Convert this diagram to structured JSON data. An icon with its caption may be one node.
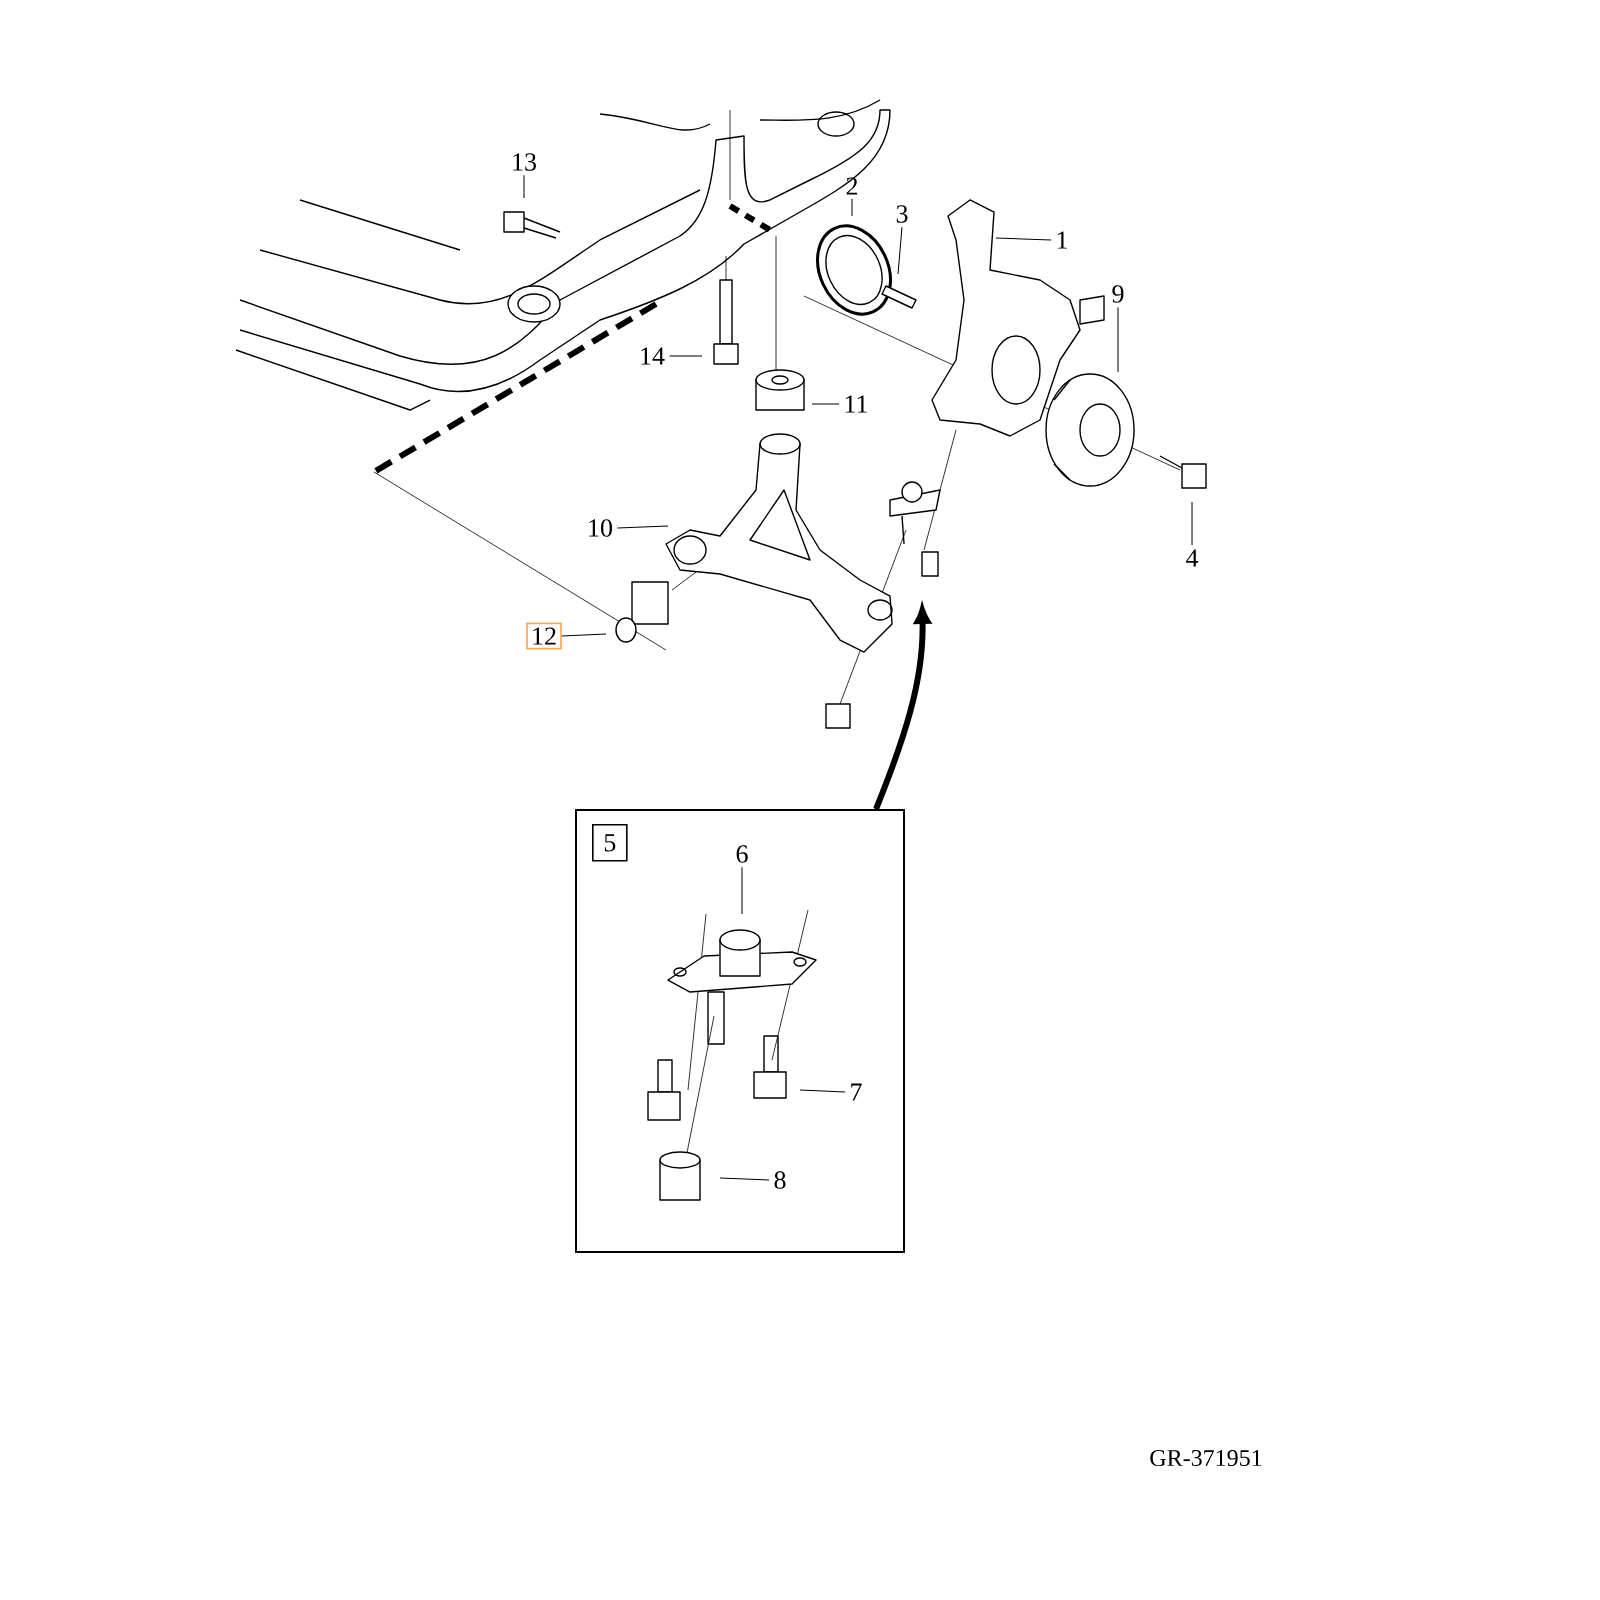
{
  "diagram": {
    "nodes": [
      {
        "text": [
          "1"
        ]
      },
      {
        "text": [
          "2"
        ]
      },
      {
        "text": [
          "3"
        ]
      },
      {
        "text": [
          "4"
        ]
      },
      {
        "text": [
          "9"
        ]
      },
      {
        "text": [
          "10"
        ]
      },
      {
        "text": [
          "11"
        ]
      },
      {
        "text": [
          "12"
        ]
      },
      {
        "text": [
          "13"
        ]
      },
      {
        "text": [
          "14"
        ]
      },
      {
        "text": [
          "5"
        ]
      },
      {
        "text": [
          "6"
        ],
        "in": 10
      },
      {
        "text": [
          "7"
        ],
        "in": 10
      },
      {
        "text": [
          "8"
        ],
        "in": 10
      }
    ],
    "edges": [
      {
        "from": 0,
        "to": null,
        "arrow": "none"
      },
      {
        "from": 1,
        "to": null,
        "arrow": "none"
      },
      {
        "from": 2,
        "to": null,
        "arrow": "none"
      },
      {
        "from": 3,
        "to": null,
        "arrow": "none"
      },
      {
        "from": 4,
        "to": null,
        "arrow": "none"
      },
      {
        "from": 5,
        "to": null,
        "arrow": "none"
      },
      {
        "from": 6,
        "to": null,
        "arrow": "none"
      },
      {
        "from": 7,
        "to": null,
        "arrow": "none"
      },
      {
        "from": 8,
        "to": null,
        "arrow": "none"
      },
      {
        "from": 9,
        "to": null,
        "arrow": "none"
      },
      {
        "from": 11,
        "to": null,
        "arrow": "none"
      },
      {
        "from": 12,
        "to": null,
        "arrow": "none"
      },
      {
        "from": 13,
        "to": null,
        "arrow": "none"
      },
      {
        "from": 10,
        "to": null,
        "arrow": "to",
        "style": "thick"
      }
    ],
    "labels": [
      "GR-371951"
    ]
  }
}
